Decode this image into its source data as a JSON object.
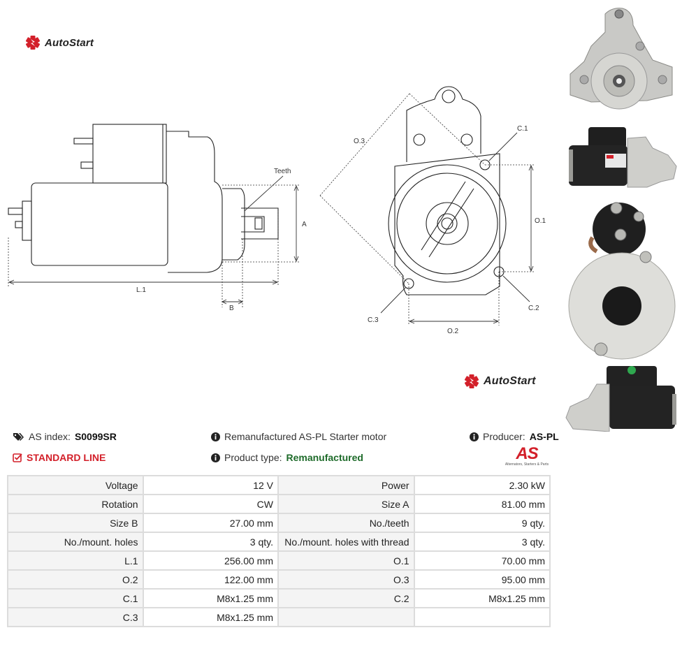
{
  "brand": {
    "name": "AutoStart",
    "accent": "#d3202a"
  },
  "drawing": {
    "labels": {
      "teeth": "Teeth",
      "a": "A",
      "l1": "L.1",
      "b": "B",
      "o3": "O.3",
      "c1": "C.1",
      "o1": "O.1",
      "c2": "C.2",
      "c3": "C.3",
      "o2": "O.2"
    }
  },
  "photos": [
    {
      "name": "front-view"
    },
    {
      "name": "side-view-label"
    },
    {
      "name": "rear-view"
    },
    {
      "name": "side-view"
    }
  ],
  "info": {
    "as_index_label": "AS index:",
    "as_index_value": "S0099SR",
    "line": "STANDARD LINE",
    "description": "Remanufactured AS-PL Starter motor",
    "product_type_label": "Product type:",
    "product_type_value": "Remanufactured",
    "producer_label": "Producer:",
    "producer_value": "AS-PL",
    "producer_logo_mark": "AS",
    "producer_logo_sub": "Alternators, Starters & Parts"
  },
  "specs": [
    [
      "Voltage",
      "12 V",
      "Power",
      "2.30 kW"
    ],
    [
      "Rotation",
      "CW",
      "Size A",
      "81.00 mm"
    ],
    [
      "Size B",
      "27.00 mm",
      "No./teeth",
      "9 qty."
    ],
    [
      "No./mount. holes",
      "3 qty.",
      "No./mount. holes with thread",
      "3 qty."
    ],
    [
      "L.1",
      "256.00 mm",
      "O.1",
      "70.00 mm"
    ],
    [
      "O.2",
      "122.00 mm",
      "O.3",
      "95.00 mm"
    ],
    [
      "C.1",
      "M8x1.25 mm",
      "C.2",
      "M8x1.25 mm"
    ],
    [
      "C.3",
      "M8x1.25 mm",
      "",
      ""
    ]
  ]
}
